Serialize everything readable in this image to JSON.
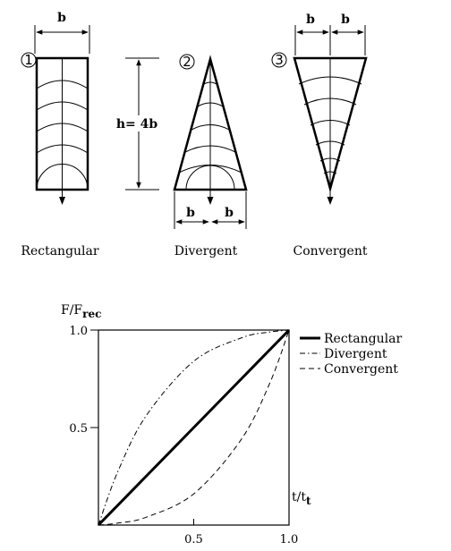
{
  "shapes": {
    "rectangular": {
      "number": "1",
      "label": "Rectangular",
      "dim_top": "b"
    },
    "divergent": {
      "number": "2",
      "label": "Divergent",
      "height_label": "h= 4b",
      "dim_bottom_left": "b",
      "dim_bottom_right": "b"
    },
    "convergent": {
      "number": "3",
      "label": "Convergent",
      "dim_top_left": "b",
      "dim_top_right": "b"
    }
  },
  "chart_data": {
    "type": "line",
    "y_label": {
      "main": "F/F",
      "sub": "rec"
    },
    "x_label": {
      "main": "t/t",
      "sub": "t"
    },
    "xlim": [
      0,
      1
    ],
    "ylim": [
      0,
      1
    ],
    "x_ticks": [
      "0.5",
      "1.0"
    ],
    "y_ticks": [
      "0.5",
      "1.0"
    ],
    "legend_position": "right",
    "series": [
      {
        "name": "Rectangular",
        "style": "solid-thick",
        "x": [
          0,
          0.25,
          0.5,
          0.75,
          1.0
        ],
        "y": [
          0,
          0.25,
          0.5,
          0.75,
          1.0
        ]
      },
      {
        "name": "Divergent",
        "style": "dash-dot",
        "x": [
          0,
          0.1,
          0.25,
          0.5,
          0.75,
          0.9,
          1.0
        ],
        "y": [
          0,
          0.27,
          0.56,
          0.84,
          0.96,
          0.99,
          1.0
        ]
      },
      {
        "name": "Convergent",
        "style": "dashed",
        "x": [
          0,
          0.1,
          0.25,
          0.5,
          0.75,
          0.9,
          1.0
        ],
        "y": [
          0,
          0.01,
          0.04,
          0.16,
          0.44,
          0.73,
          1.0
        ]
      }
    ]
  }
}
